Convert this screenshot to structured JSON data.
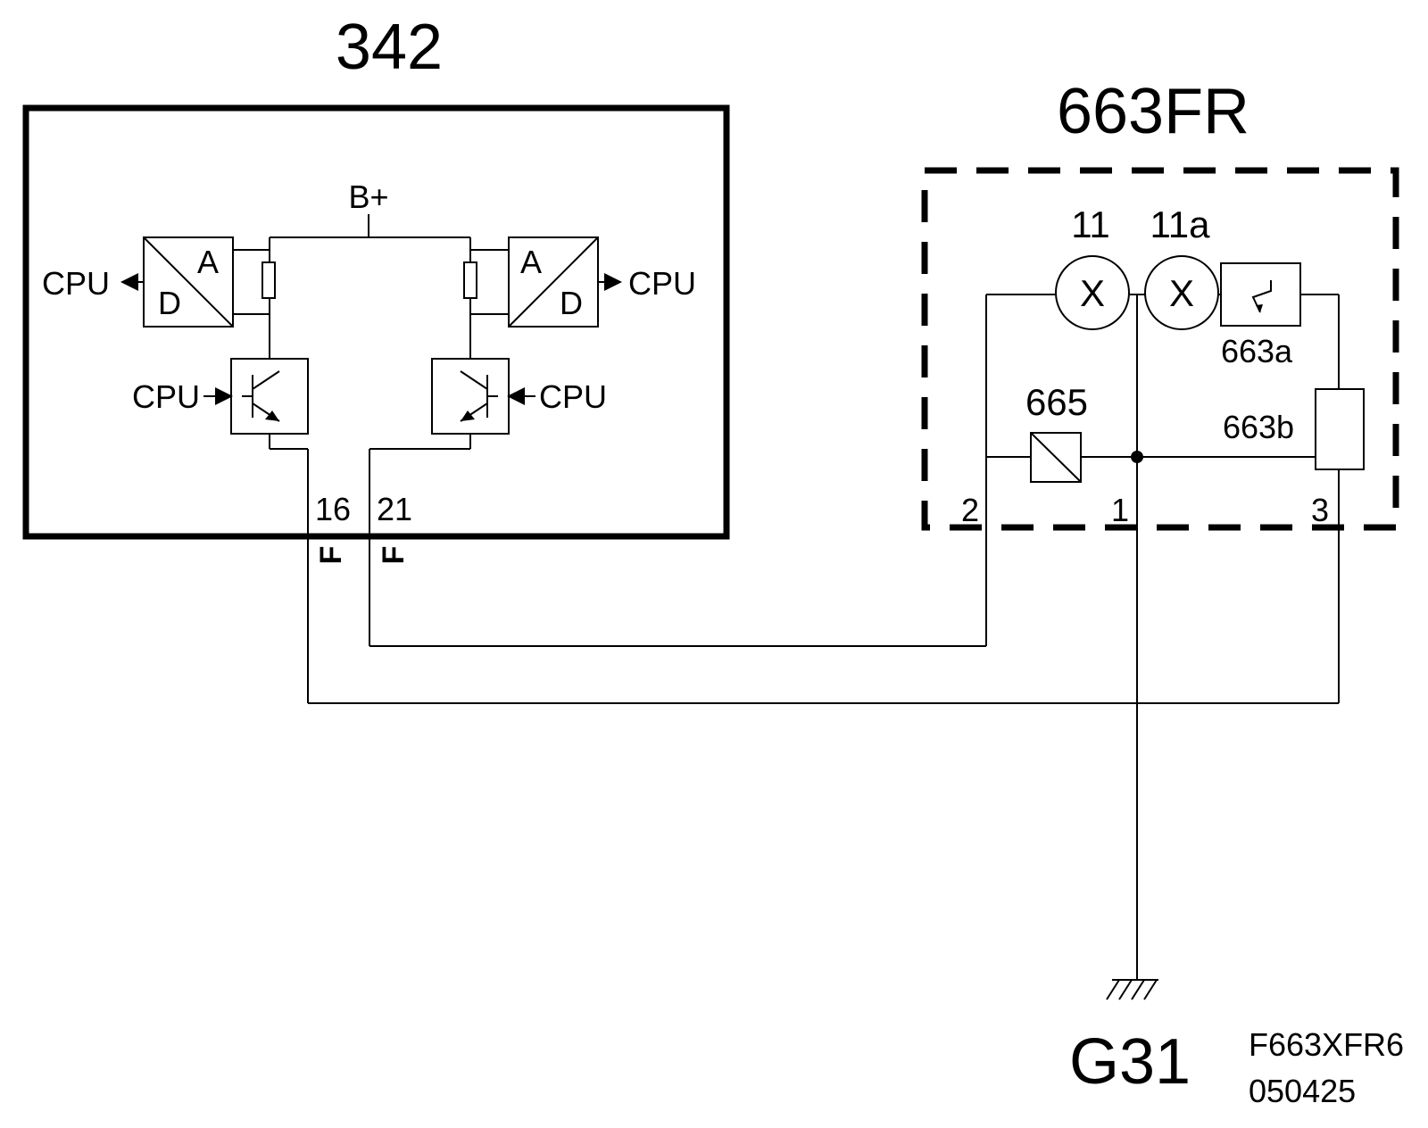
{
  "modules": {
    "left_title": "342",
    "right_title": "663FR"
  },
  "ecu": {
    "supply": "B+",
    "cpu": "CPU",
    "adc_a": "A",
    "adc_d": "D",
    "pin_16": "16",
    "pin_21": "21",
    "conn_f": "F"
  },
  "sensor": {
    "lamp_11": "11",
    "lamp_11a": "11a",
    "lamp_x": "X",
    "comp_665": "665",
    "comp_663a": "663a",
    "comp_663b": "663b",
    "pin_1": "1",
    "pin_2": "2",
    "pin_3": "3"
  },
  "ground": {
    "label": "G31"
  },
  "footer": {
    "ref_code": "F663XFR6",
    "date_code": "050425"
  },
  "colors": {
    "ink": "#000000",
    "background": "#ffffff"
  }
}
